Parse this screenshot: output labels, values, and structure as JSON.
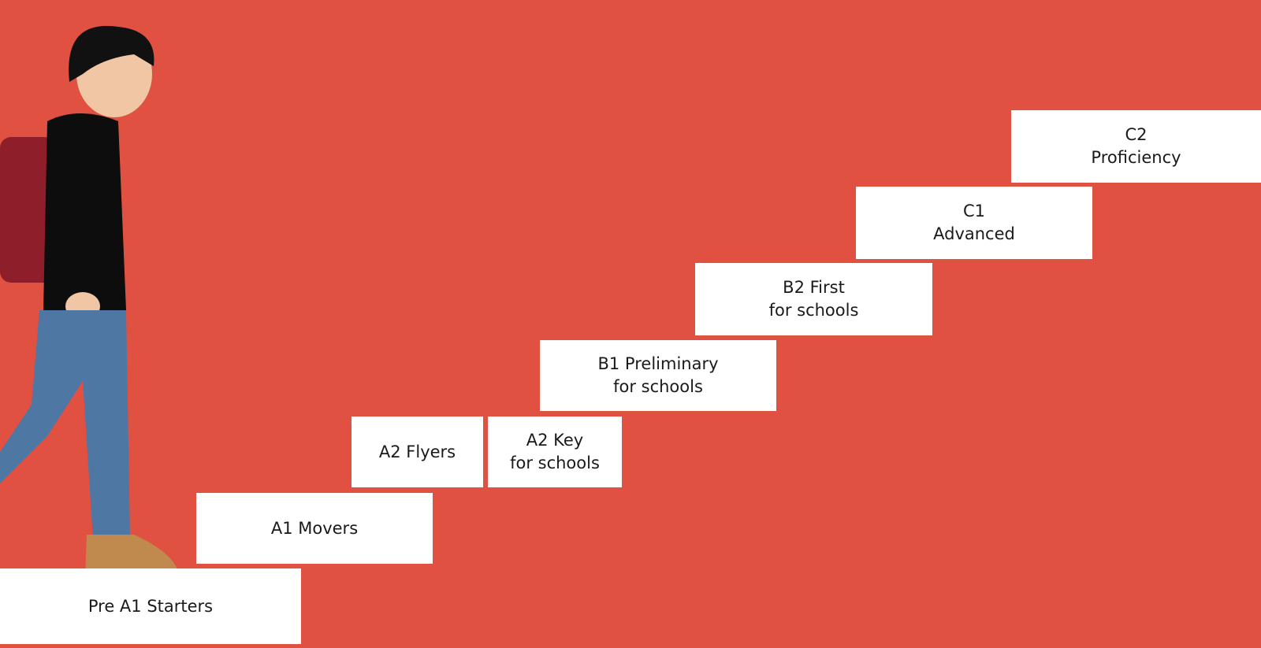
{
  "background_color": "#e05142",
  "steps": [
    {
      "line1": "Pre A1 Starters",
      "line2": ""
    },
    {
      "line1": "A1 Movers",
      "line2": ""
    },
    {
      "line1": "A2 Flyers",
      "line2": ""
    },
    {
      "line1": "A2 Key",
      "line2": "for schools"
    },
    {
      "line1": "B1 Preliminary",
      "line2": "for schools"
    },
    {
      "line1": "B2 First",
      "line2": "for schools"
    },
    {
      "line1": "C1",
      "line2": "Advanced"
    },
    {
      "line1": "C2",
      "line2": "Proficiency"
    }
  ]
}
